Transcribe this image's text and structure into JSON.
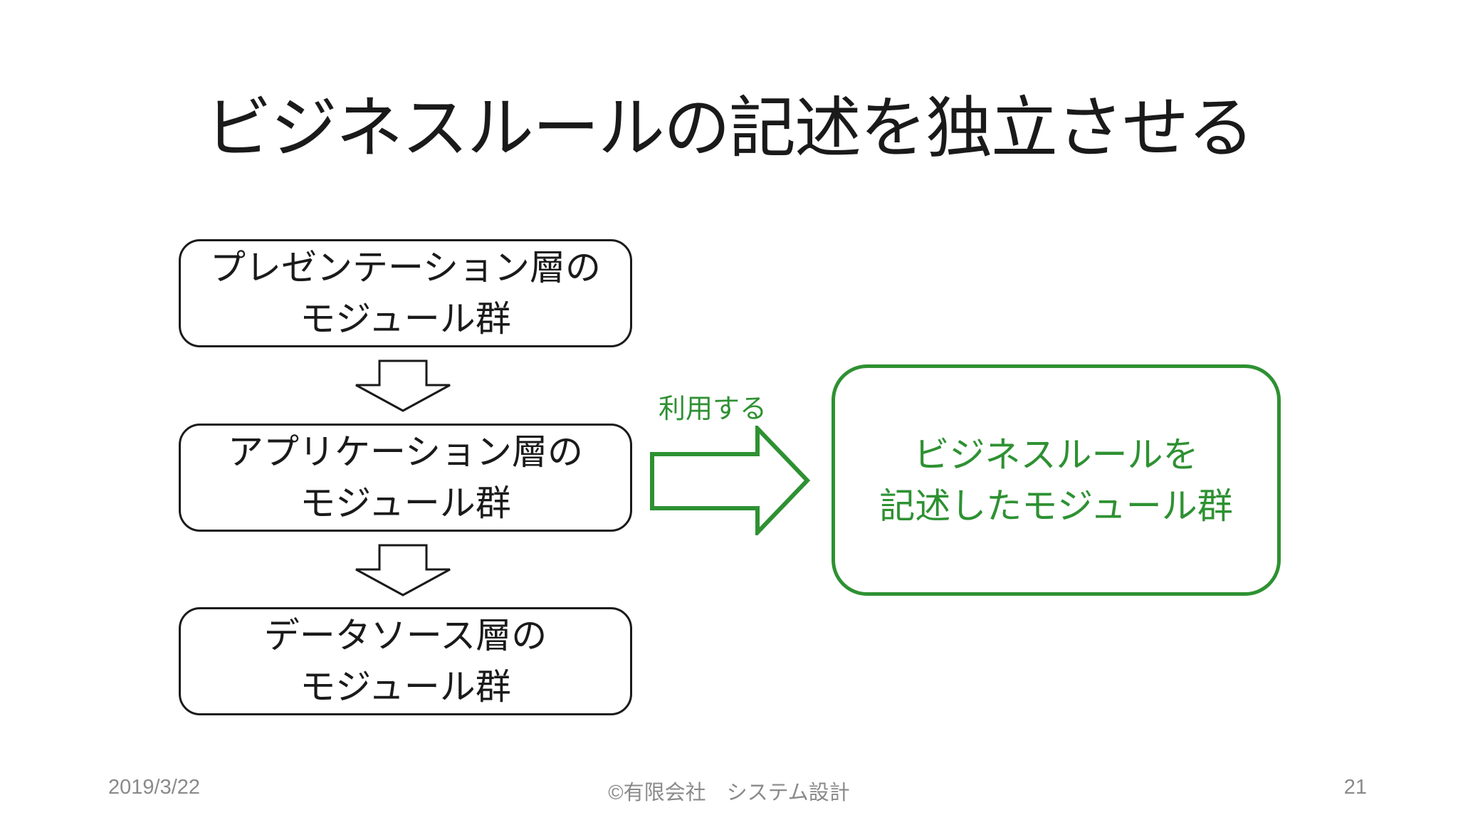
{
  "slide": {
    "title": "ビジネスルールの記述を独立させる",
    "layers": [
      {
        "line1": "プレゼンテーション層の",
        "line2": "モジュール群"
      },
      {
        "line1": "アプリケーション層の",
        "line2": "モジュール群"
      },
      {
        "line1": "データソース層の",
        "line2": "モジュール群"
      }
    ],
    "flow_arrows": [
      {
        "icon": "down-block-arrow-icon"
      },
      {
        "icon": "down-block-arrow-icon"
      }
    ],
    "use_arrow": {
      "label": "利用する",
      "icon": "right-block-arrow-icon"
    },
    "business_box": {
      "line1": "ビジネスルールを",
      "line2": "記述したモジュール群"
    },
    "footer": {
      "date": "2019/3/22",
      "copyright": "©有限会社　システム設計",
      "page": "21"
    },
    "colors": {
      "accent_green": "#2e9132",
      "ink": "#1a1a1a",
      "footer_gray": "#8a8a8a",
      "background": "#ffffff"
    }
  }
}
